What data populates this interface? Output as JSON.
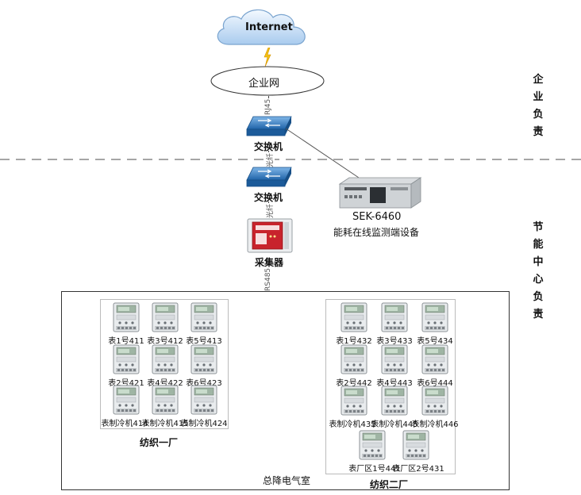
{
  "cloud": {
    "label": "Internet"
  },
  "network": {
    "label": "企业网"
  },
  "links": {
    "rj45": "RJ45",
    "fiber1": "光纤",
    "fiber2": "光纤",
    "rs485": "RS485"
  },
  "switch1": {
    "label": "交换机"
  },
  "switch2": {
    "label": "交换机"
  },
  "device": {
    "model": "SEK-6460",
    "desc": "能耗在线监测端设备"
  },
  "collector": {
    "label": "采集器"
  },
  "side_labels": {
    "enterprise": "企业负责",
    "energy_center": "节能中心负责"
  },
  "main_room": {
    "label": "总降电气室"
  },
  "factory1": {
    "label": "纺织一厂",
    "meters": [
      "表1号411",
      "表3号412",
      "表5号413",
      "表2号421",
      "表4号422",
      "表6号423",
      "表制冷机414",
      "表制冷机415",
      "表制冷机424"
    ]
  },
  "factory2": {
    "label": "纺织二厂",
    "meters": [
      "表1号432",
      "表3号433",
      "表5号434",
      "表2号442",
      "表4号443",
      "表6号444",
      "表制冷机435",
      "表制冷机445",
      "表制冷机446"
    ],
    "extra_meters": [
      "表厂区1号441",
      "表厂区2号431"
    ]
  },
  "colors": {
    "cloud": "#cfe3f7",
    "switch": "#2d7fc6",
    "collector": "#c8232c",
    "dash": "#888888"
  }
}
